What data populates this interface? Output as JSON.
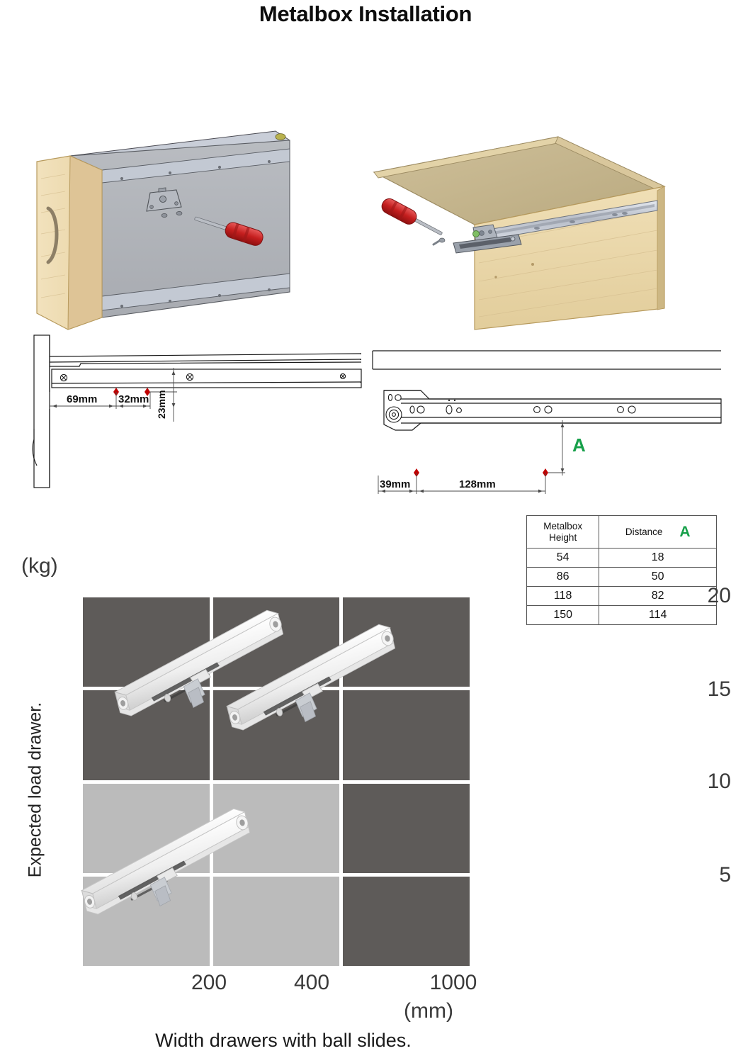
{
  "title": "Metalbox Installation",
  "figures": {
    "drawer_box": {
      "name": "metalbox drawer with wooden front and handle",
      "tool": "screwdriver",
      "parts": [
        "front-panel",
        "metal-side-wall",
        "mounting-bracket",
        "screws"
      ]
    },
    "cabinet_box": {
      "name": "cabinet carcass with ball slide rail mounted inside",
      "tool": "screwdriver",
      "parts": [
        "cabinet-side",
        "ball-slide-rail",
        "rail-bracket",
        "screw"
      ]
    }
  },
  "dimension_left": {
    "labels": [
      "69mm",
      "32mm",
      "23mm"
    ],
    "desc": "cabinet side panel slide mounting positions"
  },
  "dimension_right": {
    "labels": [
      "39mm",
      "128mm"
    ],
    "marker": "A",
    "desc": "drawer side ball slide mounting positions"
  },
  "table": {
    "headers": [
      "Metalbox Height",
      "Distance",
      "A"
    ],
    "header_left_line1": "Metalbox",
    "header_left_line2": "Height",
    "header_right": "Distance",
    "header_marker": "A",
    "rows": [
      {
        "height": "54",
        "distance": "18"
      },
      {
        "height": "86",
        "distance": "50"
      },
      {
        "height": "118",
        "distance": "82"
      },
      {
        "height": "150",
        "distance": "114"
      }
    ]
  },
  "colors": {
    "dark_cell": "#5e5b59",
    "light_cell": "#bbbbbb",
    "green_marker": "#17a04a",
    "red_marker": "#c00000"
  },
  "chart_data": {
    "type": "heatmap",
    "title": "",
    "xlabel": "Width drawers with ball slides.",
    "x_unit": "(mm)",
    "ylabel": "Expected load drawer.",
    "y_unit": "(kg)",
    "categories": [
      "200",
      "400",
      "1000"
    ],
    "y_ticks": [
      "20",
      "15",
      "10",
      "5"
    ],
    "ylim": [
      0,
      20
    ],
    "grid": true,
    "legend": "none",
    "rows_top_to_bottom": [
      {
        "band": "15-20",
        "cells": [
          "dark",
          "dark",
          "dark"
        ]
      },
      {
        "band": "10-15",
        "cells": [
          "dark",
          "dark",
          "dark"
        ]
      },
      {
        "band": "5-10",
        "cells": [
          "light",
          "light",
          "dark"
        ]
      },
      {
        "band": "0-5",
        "cells": [
          "light",
          "light",
          "dark"
        ]
      }
    ],
    "product_images": [
      {
        "label": "ball slide 200mm",
        "column": "200",
        "band": "0-5"
      },
      {
        "label": "ball slide 400mm",
        "column": "400",
        "band": "10-20"
      },
      {
        "label": "ball slide 1000mm",
        "column": "1000",
        "band": "10-20"
      }
    ]
  }
}
